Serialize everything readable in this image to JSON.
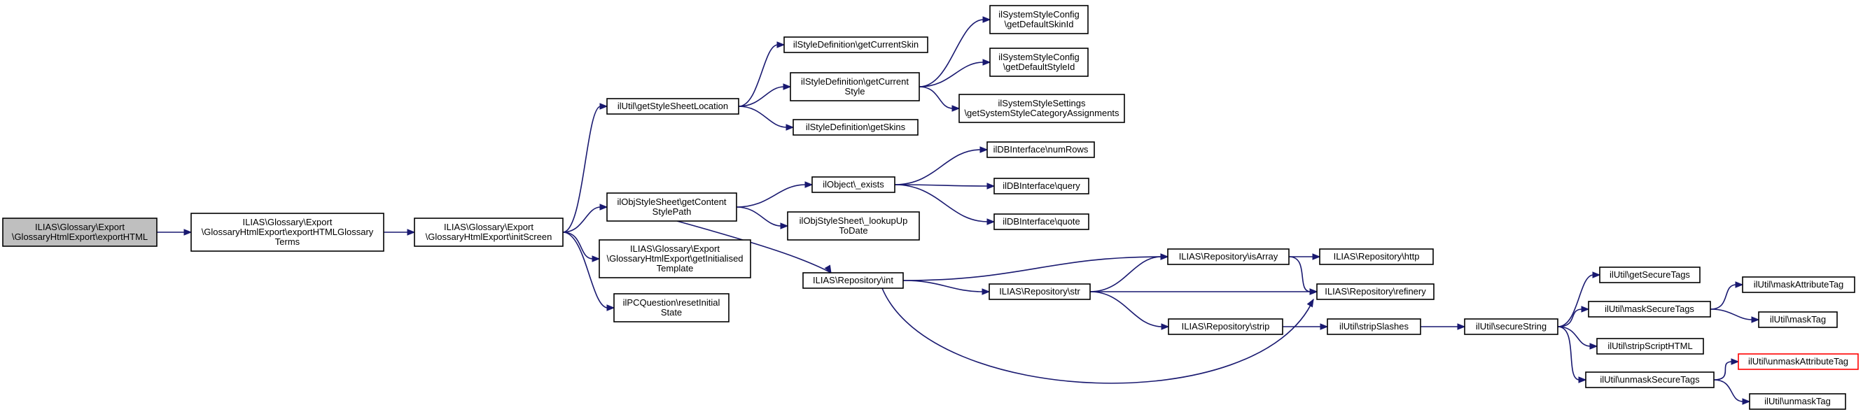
{
  "nodes": [
    {
      "id": "root",
      "lines": [
        "ILIAS\\Glossary\\Export",
        "\\GlossaryHtmlExport\\exportHTML"
      ],
      "style": "root"
    },
    {
      "id": "exportTerms",
      "lines": [
        "ILIAS\\Glossary\\Export",
        "\\GlossaryHtmlExport\\exportHTMLGlossary",
        "Terms"
      ]
    },
    {
      "id": "initScreen",
      "lines": [
        "ILIAS\\Glossary\\Export",
        "\\GlossaryHtmlExport\\initScreen"
      ]
    },
    {
      "id": "getStyleSheetLocation",
      "lines": [
        "ilUtil\\getStyleSheetLocation"
      ]
    },
    {
      "id": "getContentStylePath",
      "lines": [
        "ilObjStyleSheet\\getContent",
        "StylePath"
      ]
    },
    {
      "id": "getInitialisedTemplate",
      "lines": [
        "ILIAS\\Glossary\\Export",
        "\\GlossaryHtmlExport\\getInitialised",
        "Template"
      ]
    },
    {
      "id": "resetInitialState",
      "lines": [
        "ilPCQuestion\\resetInitial",
        "State"
      ]
    },
    {
      "id": "getCurrentSkin",
      "lines": [
        "ilStyleDefinition\\getCurrentSkin"
      ]
    },
    {
      "id": "getCurrentStyle",
      "lines": [
        "ilStyleDefinition\\getCurrent",
        "Style"
      ]
    },
    {
      "id": "getSkins",
      "lines": [
        "ilStyleDefinition\\getSkins"
      ]
    },
    {
      "id": "getDefaultSkinId",
      "lines": [
        "ilSystemStyleConfig",
        "\\getDefaultSkinId"
      ]
    },
    {
      "id": "getDefaultStyleId",
      "lines": [
        "ilSystemStyleConfig",
        "\\getDefaultStyleId"
      ]
    },
    {
      "id": "getSystemStyleCategoryAssignments",
      "lines": [
        "ilSystemStyleSettings",
        "\\getSystemStyleCategoryAssignments"
      ]
    },
    {
      "id": "objectExists",
      "lines": [
        "ilObject\\_exists"
      ]
    },
    {
      "id": "lookupUpToDate",
      "lines": [
        "ilObjStyleSheet\\_lookupUp",
        "ToDate"
      ]
    },
    {
      "id": "numRows",
      "lines": [
        "ilDBInterface\\numRows"
      ]
    },
    {
      "id": "query",
      "lines": [
        "ilDBInterface\\query"
      ]
    },
    {
      "id": "quote",
      "lines": [
        "ilDBInterface\\quote"
      ]
    },
    {
      "id": "repoInt",
      "lines": [
        "ILIAS\\Repository\\int"
      ]
    },
    {
      "id": "repoStr",
      "lines": [
        "ILIAS\\Repository\\str"
      ]
    },
    {
      "id": "repoIsArray",
      "lines": [
        "ILIAS\\Repository\\isArray"
      ]
    },
    {
      "id": "repoHttp",
      "lines": [
        "ILIAS\\Repository\\http"
      ]
    },
    {
      "id": "repoRefinery",
      "lines": [
        "ILIAS\\Repository\\refinery"
      ]
    },
    {
      "id": "repoStrip",
      "lines": [
        "ILIAS\\Repository\\strip"
      ]
    },
    {
      "id": "stripSlashes",
      "lines": [
        "ilUtil\\stripSlashes"
      ]
    },
    {
      "id": "secureString",
      "lines": [
        "ilUtil\\secureString"
      ]
    },
    {
      "id": "getSecureTags",
      "lines": [
        "ilUtil\\getSecureTags"
      ]
    },
    {
      "id": "maskSecureTags",
      "lines": [
        "ilUtil\\maskSecureTags"
      ]
    },
    {
      "id": "stripScriptHTML",
      "lines": [
        "ilUtil\\stripScriptHTML"
      ]
    },
    {
      "id": "unmaskSecureTags",
      "lines": [
        "ilUtil\\unmaskSecureTags"
      ]
    },
    {
      "id": "maskAttributeTag",
      "lines": [
        "ilUtil\\maskAttributeTag"
      ]
    },
    {
      "id": "maskTag",
      "lines": [
        "ilUtil\\maskTag"
      ]
    },
    {
      "id": "unmaskAttributeTag",
      "lines": [
        "ilUtil\\unmaskAttributeTag"
      ],
      "style": "truncated"
    },
    {
      "id": "unmaskTag",
      "lines": [
        "ilUtil\\unmaskTag"
      ]
    }
  ],
  "edges": [
    {
      "from": "root",
      "to": "exportTerms"
    },
    {
      "from": "exportTerms",
      "to": "initScreen"
    },
    {
      "from": "initScreen",
      "to": "getStyleSheetLocation"
    },
    {
      "from": "initScreen",
      "to": "getContentStylePath"
    },
    {
      "from": "initScreen",
      "to": "getInitialisedTemplate"
    },
    {
      "from": "initScreen",
      "to": "resetInitialState"
    },
    {
      "from": "getStyleSheetLocation",
      "to": "getCurrentSkin"
    },
    {
      "from": "getStyleSheetLocation",
      "to": "getCurrentStyle"
    },
    {
      "from": "getStyleSheetLocation",
      "to": "getSkins"
    },
    {
      "from": "getCurrentStyle",
      "to": "getDefaultSkinId"
    },
    {
      "from": "getCurrentStyle",
      "to": "getDefaultStyleId"
    },
    {
      "from": "getCurrentStyle",
      "to": "getSystemStyleCategoryAssignments"
    },
    {
      "from": "getContentStylePath",
      "to": "objectExists"
    },
    {
      "from": "getContentStylePath",
      "to": "lookupUpToDate"
    },
    {
      "from": "getContentStylePath",
      "to": "repoInt"
    },
    {
      "from": "objectExists",
      "to": "numRows"
    },
    {
      "from": "objectExists",
      "to": "query"
    },
    {
      "from": "objectExists",
      "to": "quote"
    },
    {
      "from": "repoInt",
      "to": "repoIsArray"
    },
    {
      "from": "repoInt",
      "to": "repoStr"
    },
    {
      "from": "repoInt",
      "to": "repoRefinery"
    },
    {
      "from": "repoStr",
      "to": "repoIsArray"
    },
    {
      "from": "repoStr",
      "to": "repoRefinery"
    },
    {
      "from": "repoStr",
      "to": "repoStrip"
    },
    {
      "from": "repoIsArray",
      "to": "repoHttp"
    },
    {
      "from": "repoIsArray",
      "to": "repoRefinery"
    },
    {
      "from": "repoStrip",
      "to": "stripSlashes"
    },
    {
      "from": "stripSlashes",
      "to": "secureString"
    },
    {
      "from": "secureString",
      "to": "getSecureTags"
    },
    {
      "from": "secureString",
      "to": "maskSecureTags"
    },
    {
      "from": "secureString",
      "to": "stripScriptHTML"
    },
    {
      "from": "secureString",
      "to": "unmaskSecureTags"
    },
    {
      "from": "maskSecureTags",
      "to": "maskAttributeTag"
    },
    {
      "from": "maskSecureTags",
      "to": "maskTag"
    },
    {
      "from": "unmaskSecureTags",
      "to": "unmaskAttributeTag"
    },
    {
      "from": "unmaskSecureTags",
      "to": "unmaskTag"
    }
  ],
  "colors": {
    "edge": "#191970",
    "root_fill": "#bfbfbf",
    "node_border": "#000000",
    "truncated_border": "#ff0000"
  }
}
